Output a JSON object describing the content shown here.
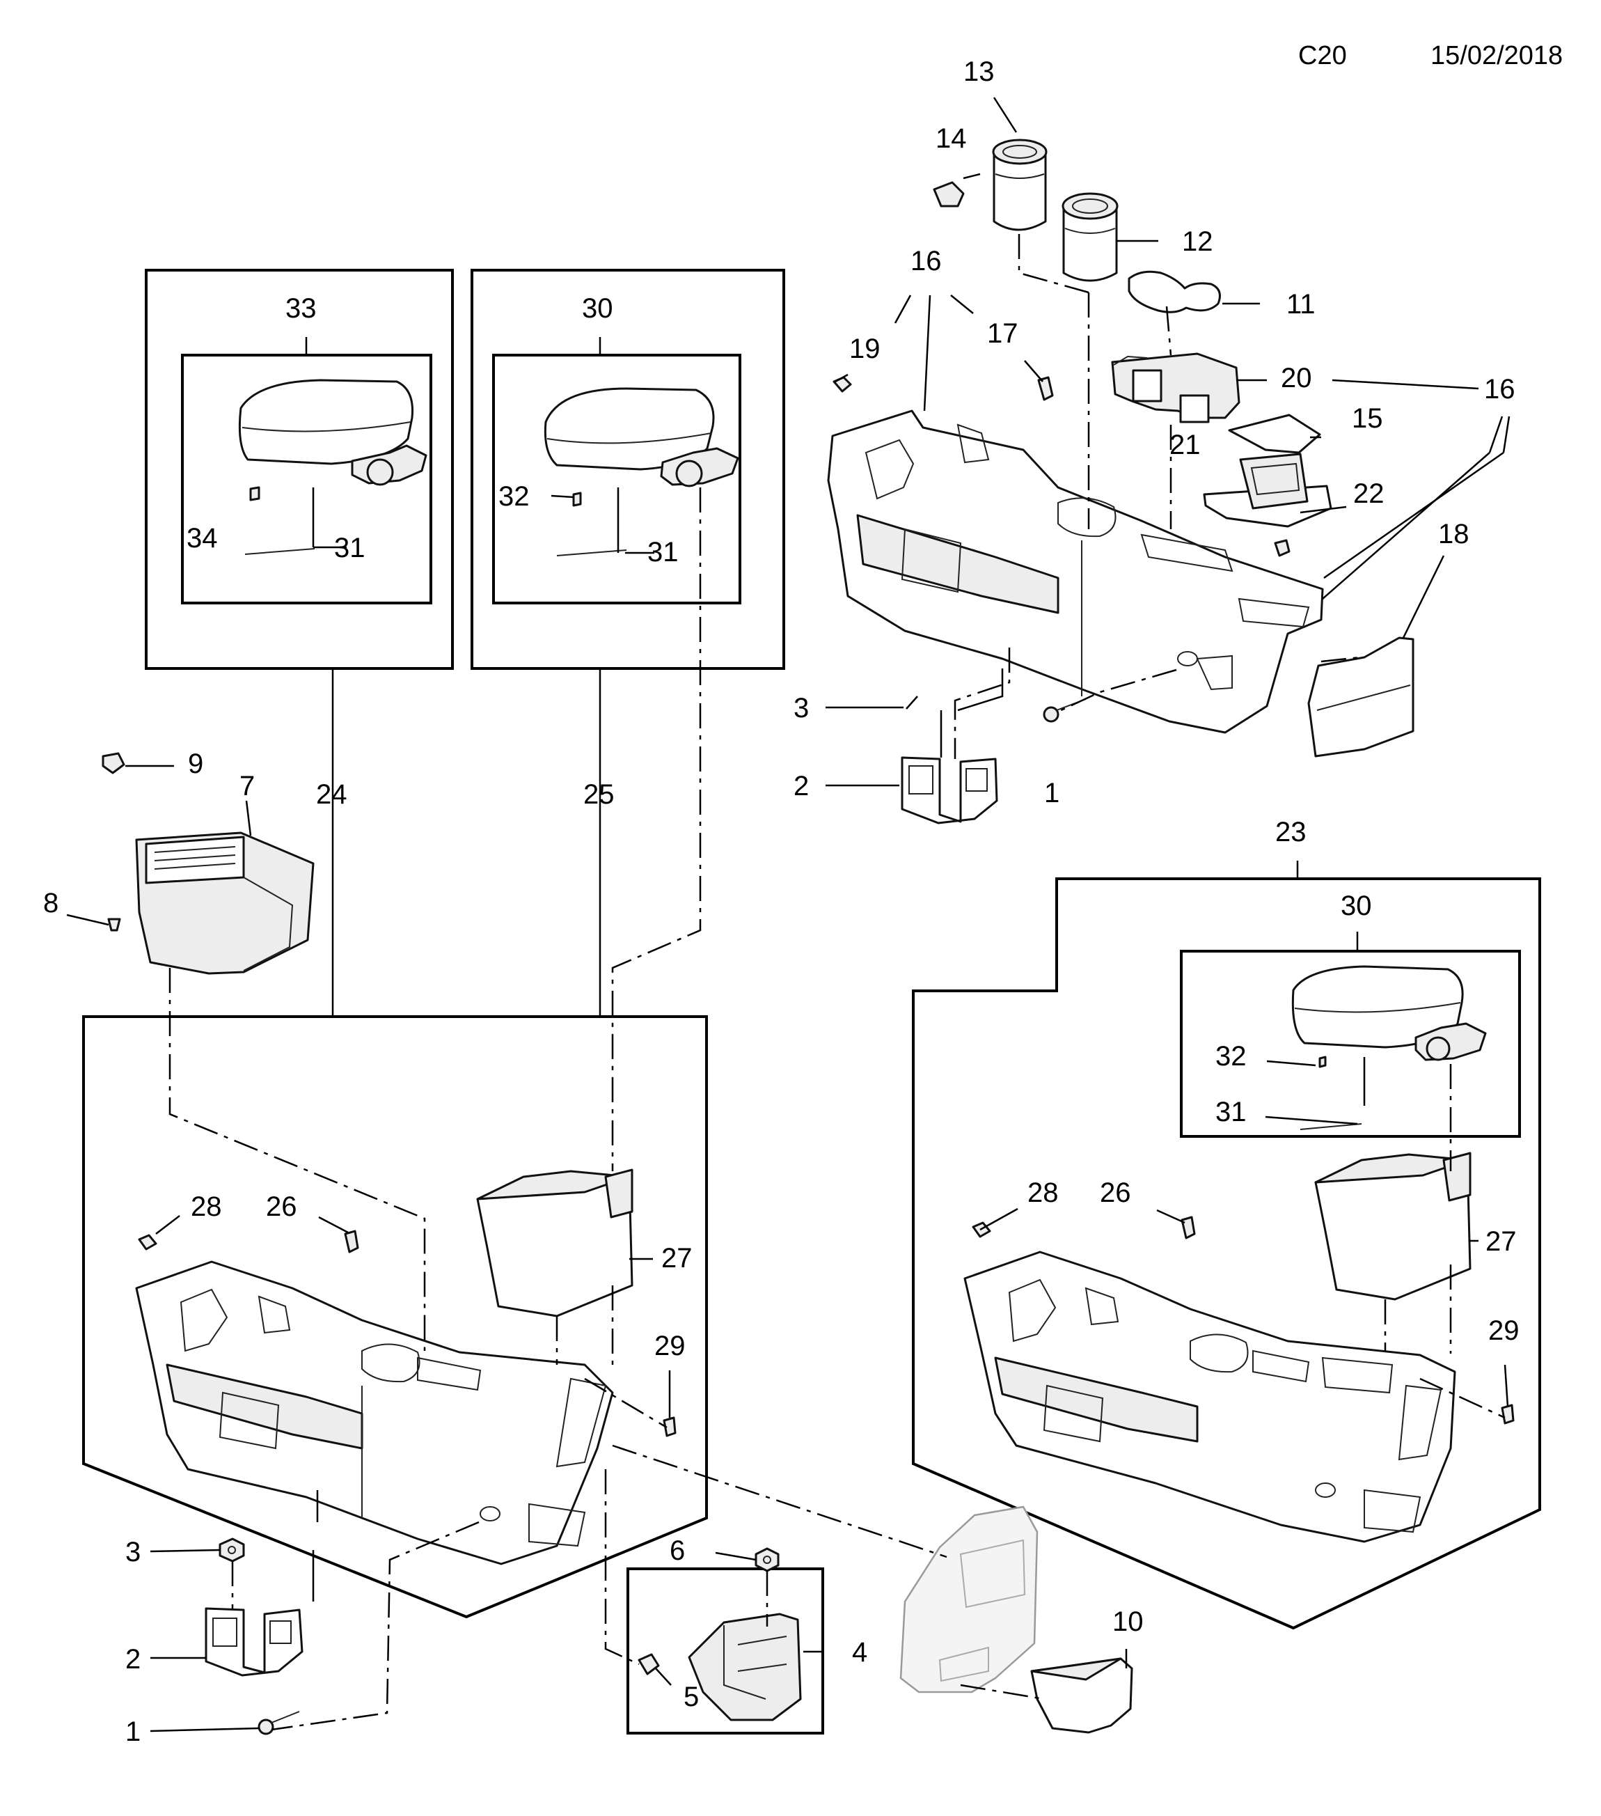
{
  "header": {
    "code": "C20",
    "date": "15/02/2018"
  },
  "callouts": {
    "c1a": "1",
    "c1b": "1",
    "c2a": "2",
    "c2b": "2",
    "c3a": "3",
    "c3b": "3",
    "c4": "4",
    "c5": "5",
    "c6": "6",
    "c7": "7",
    "c8": "8",
    "c9": "9",
    "c10": "10",
    "c11": "11",
    "c12": "12",
    "c13": "13",
    "c14": "14",
    "c15": "15",
    "c16a": "16",
    "c16b": "16",
    "c17": "17",
    "c18": "18",
    "c19": "19",
    "c20": "20",
    "c21": "21",
    "c22": "22",
    "c23": "23",
    "c24": "24",
    "c25": "25",
    "c26a": "26",
    "c26b": "26",
    "c27a": "27",
    "c27b": "27",
    "c28a": "28",
    "c28b": "28",
    "c29a": "29",
    "c29b": "29",
    "c30a": "30",
    "c30b": "30",
    "c31a": "31",
    "c31b": "31",
    "c31c": "31",
    "c32a": "32",
    "c32b": "32",
    "c33": "33",
    "c34": "34"
  }
}
